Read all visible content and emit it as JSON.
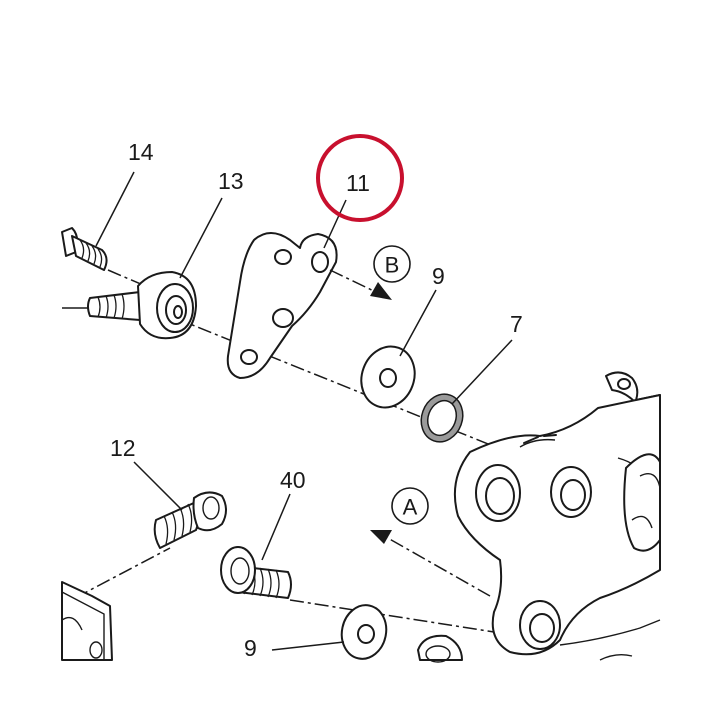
{
  "callouts": {
    "c14": "14",
    "c13": "13",
    "c11": "11",
    "c12": "12",
    "c40": "40",
    "c9_upper": "9",
    "c9_lower": "9",
    "c7": "7"
  },
  "views": {
    "a": "A",
    "b": "B"
  },
  "highlight": {
    "target": "11",
    "color": "#c8102e"
  },
  "colors": {
    "line": "#1a1a1a",
    "seal_fill": "#9a9a9a"
  }
}
